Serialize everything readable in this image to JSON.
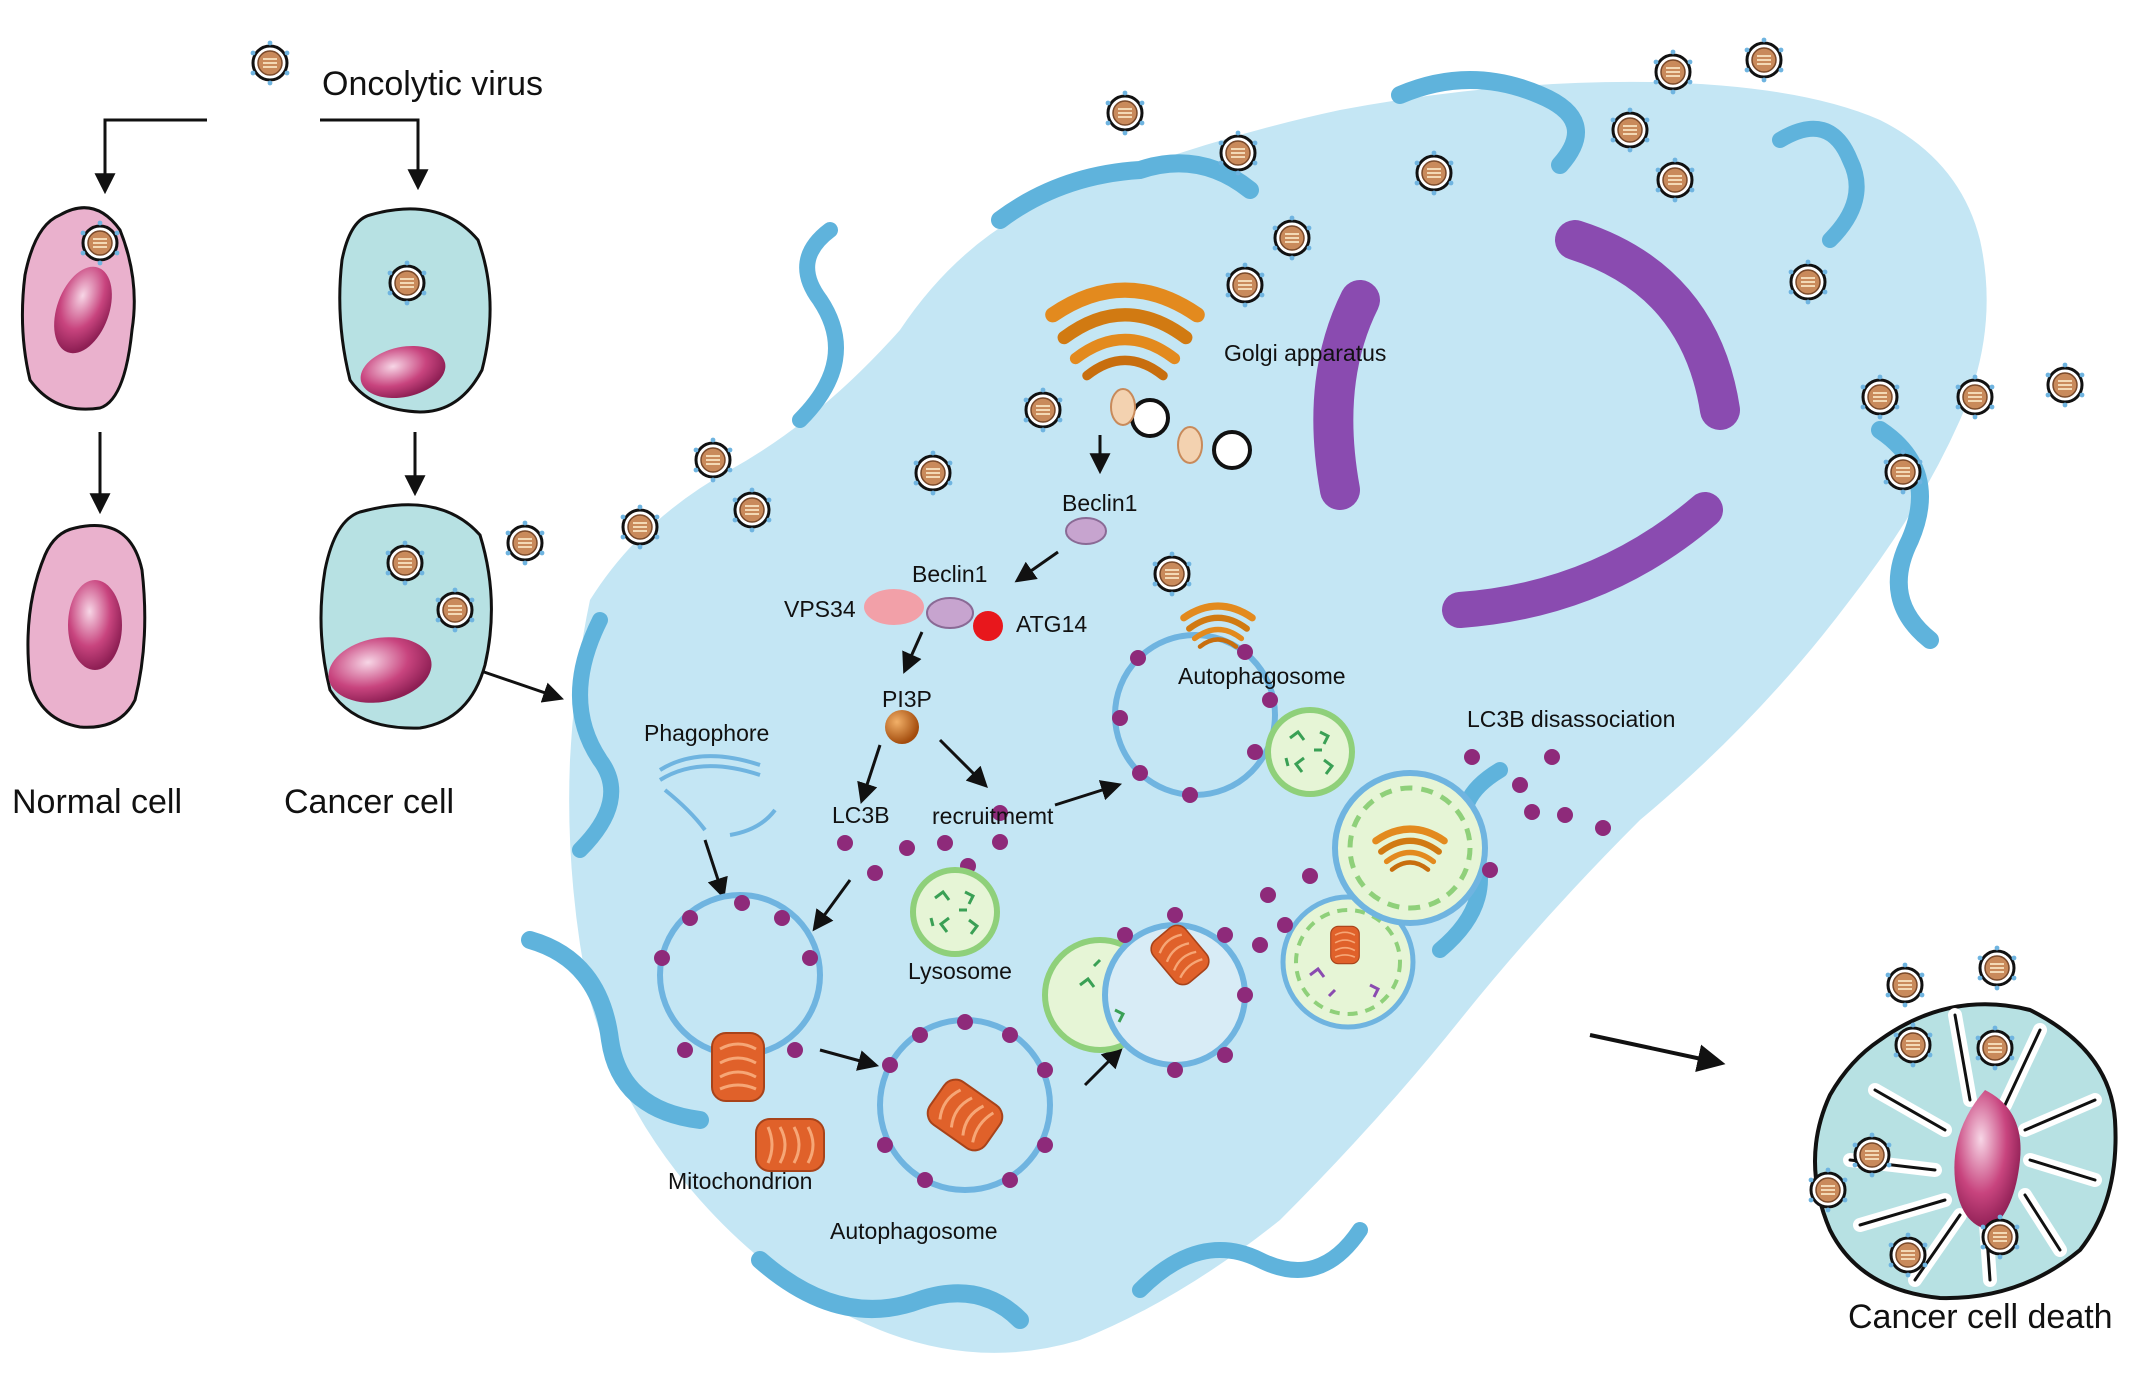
{
  "labels": {
    "oncolytic_virus": "Oncolytic virus",
    "normal_cell": "Normal cell",
    "cancer_cell": "Cancer cell",
    "cancer_cell_death": "Cancer cell death",
    "golgi": "Golgi apparatus",
    "beclin1_top": "Beclin1",
    "beclin1_complex": "Beclin1",
    "vps34": "VPS34",
    "atg14": "ATG14",
    "pi3p": "PI3P",
    "phagophore": "Phagophore",
    "lc3b": "LC3B",
    "recruitment": "recruitmemt",
    "lysosome": "Lysosome",
    "autophagosome_top": "Autophagosome",
    "autophagosome_bottom": "Autophagosome",
    "mitochondrion": "Mitochondrion",
    "lc3b_disassociation": "LC3B disassociation"
  },
  "colors": {
    "cytoplasm": "#bfe3f2",
    "membrane": "#5fb3dc",
    "nucleus_segment": "#8a4bb0",
    "lc3b_dot": "#8e2a7a",
    "lysosome_green": "#8fd07a",
    "mitochondrion": "#e0612a",
    "golgi": "#e38a1e",
    "vps34": "#f2a0a8",
    "atg14": "#e8171c",
    "normal_cell_fill": "#e9a9c8",
    "cancer_cell_fill": "#b7e1e3",
    "virus_capsid": "#c98a5b"
  }
}
